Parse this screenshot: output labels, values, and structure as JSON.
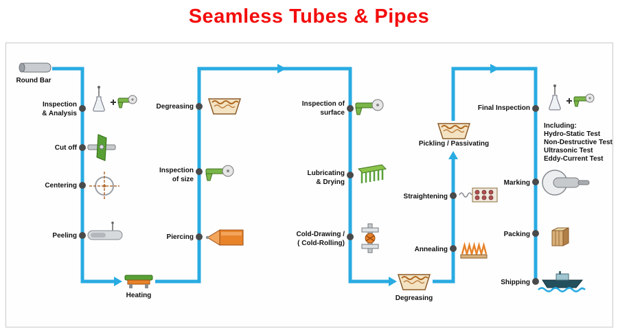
{
  "title": "Seamless Tubes & Pipes",
  "colors": {
    "title": "#f30d0d",
    "flow": "#29abe2",
    "dot": "#4a4a4a"
  },
  "steps": {
    "round_bar": "Round Bar",
    "inspection_analysis": "Inspection\n& Analysis",
    "cut_off": "Cut off",
    "centering": "Centering",
    "peeling": "Peeling",
    "heating": "Heating",
    "degreasing_1": "Degreasing",
    "inspection_of_size": "Inspection\nof size",
    "piercing": "Piercing",
    "inspection_of_surface": "Inspection of\nsurface",
    "lubricating_drying": "Lubricating\n& Drying",
    "cold_drawing": "Cold-Drawing /\n( Cold-Rolling)",
    "degreasing_2": "Degreasing",
    "pickling_passivating": "Pickling / Passivating",
    "straightening": "Straightening",
    "annealing": "Annealing",
    "final_inspection": "Final Inspection",
    "final_tests": "Including:\nHydro-Static Test\nNon-Destructive Test\nUltrasonic Test\nEddy-Current Test",
    "marking": "Marking",
    "packing": "Packing",
    "shipping": "Shipping"
  }
}
